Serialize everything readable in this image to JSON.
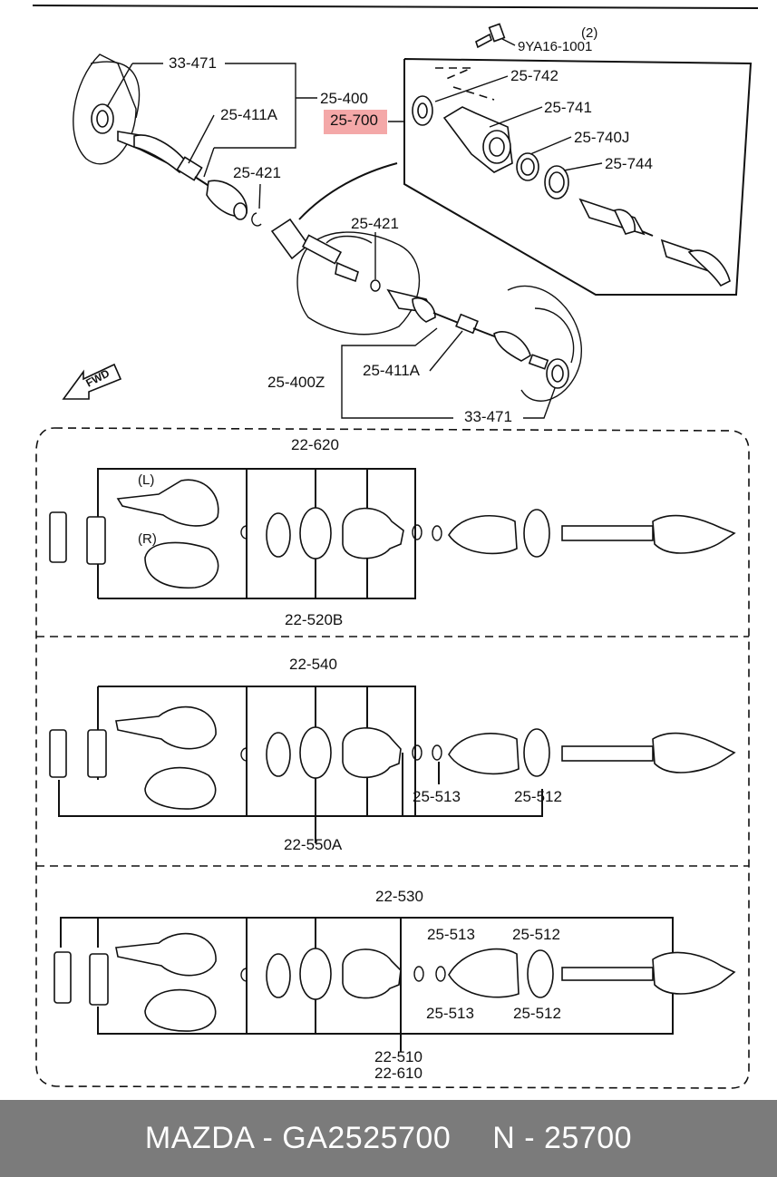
{
  "callouts": {
    "seal_upper": "33-471",
    "shaft_assy_left": "25-400",
    "joint_set_upper": "25-411A",
    "highlight": "25-700",
    "clip_upper": "25-421",
    "clip_lower": "25-421",
    "bolt": "9YA16-1001",
    "bolt_qty": "(2)",
    "bearing_plate": "25-742",
    "bracket": "25-741",
    "bearing": "25-740J",
    "seal_bracket": "25-744",
    "shaft_assy_right": "25-400Z",
    "joint_set_lower": "25-411A",
    "seal_lower": "33-471",
    "fwd": "FWD"
  },
  "kits": {
    "kit1": {
      "top": "22-620",
      "bottom": "22-520B",
      "left_label": "(L)",
      "right_label": "(R)"
    },
    "kit2": {
      "top": "22-540",
      "bottom": "22-550A",
      "clamp_small": "25-513",
      "clamp_large": "25-512"
    },
    "kit3": {
      "top": "22-530",
      "bottom1": "22-510",
      "bottom2": "22-610",
      "clamp_small_top": "25-513",
      "clamp_large_top": "25-512",
      "clamp_small_bottom": "25-513",
      "clamp_large_bottom": "25-512"
    }
  },
  "footer": {
    "brand_part": "MAZDA - GA2525700",
    "ref": "N - 25700"
  },
  "colors": {
    "highlight": "#f4a8a8",
    "footer_bg": "#7b7b7b",
    "ink": "#111111"
  }
}
